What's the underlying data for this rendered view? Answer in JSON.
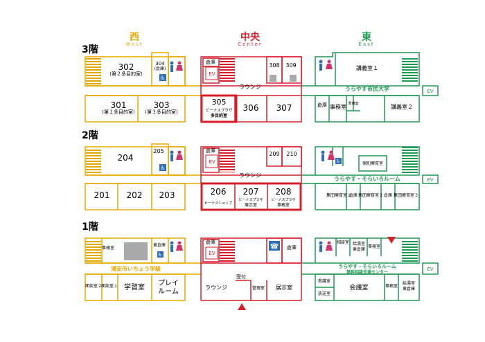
{
  "colors": {
    "west": "#e8a800",
    "center": "#d81e2a",
    "east": "#1f9a55",
    "man": "#2f6fb3",
    "woman": "#d0336f",
    "gray": "#aaaaaa",
    "stairs": "#d4a000"
  },
  "wings": [
    {
      "name": "西",
      "sub": "West"
    },
    {
      "name": "中央",
      "sub": "Center"
    },
    {
      "name": "東",
      "sub": "East"
    }
  ],
  "floors": {
    "f3": "3階",
    "f2": "2階",
    "f1": "1階"
  },
  "f3": {
    "r302": "302",
    "r302_sub": "(第２多目的室)",
    "r304": "304",
    "r304_sub": "(倉庫)",
    "r301": "301",
    "r301_sub": "(第１多目的室)",
    "r303": "303",
    "r303_sub": "(第３多目的室)",
    "storage": "倉庫",
    "ev": "EV",
    "r308": "308",
    "r309": "309",
    "lounge": "ラウンジ",
    "r305": "305",
    "r305_sub1": "ビーナスプラザ",
    "r305_sub2": "多目的室",
    "r306": "306",
    "r307": "307",
    "lecture1": "講義室１",
    "univ": "うらやす市民大学",
    "ev_east": "EV",
    "east_storage": "倉庫",
    "office": "事務室",
    "prep": "準備室",
    "lecture2": "講義室２"
  },
  "f2": {
    "r204": "204",
    "r205": "205",
    "r201": "201",
    "r202": "202",
    "r203": "203",
    "storage": "倉庫",
    "ev": "EV",
    "r209": "209",
    "r210": "210",
    "lounge": "ラウンジ",
    "r206": "206",
    "r206_sub": "ビーナスショップ",
    "r207": "207",
    "r207_sub1": "ビーナスプラザ",
    "r207_sub2": "展示室",
    "r208": "208",
    "r208_sub1": "ビーナスプラザ",
    "r208_sub2": "事務室",
    "group_room": "個別療育室",
    "sorairo": "うらやす・そらいろルーム",
    "ev_east": "EV",
    "group1": "集団療育室１",
    "storage_a": "倉庫",
    "group2": "集団療育室２",
    "storage_b": "倉庫",
    "group3": "集団療育室３"
  },
  "f1": {
    "office": "事務室",
    "storage_w": "東倉庫",
    "gakkyu": "浦安市いちょう学級",
    "interview2": "面談室２",
    "interview1": "面談室１",
    "study": "学習室",
    "play1": "プレイ",
    "play2": "ルーム",
    "storage": "倉庫",
    "ev": "EV",
    "storage_c": "倉庫",
    "reception": "受付",
    "lounge": "ラウンジ",
    "admin": "管理室",
    "exhibition": "展示室",
    "consult": "相談室",
    "kyuto": "給湯室",
    "east_storage": "東倉庫",
    "office_e": "事務室",
    "center1": "うらやす・そらいろルーム",
    "center2": "基幹相談支援センター",
    "ev_east": "EV",
    "nurse": "救護室",
    "broadcast": "放送室",
    "meeting": "会議室",
    "office_e2": "事務室",
    "kyuto2": "給湯室",
    "east_storage2": "東倉庫"
  }
}
